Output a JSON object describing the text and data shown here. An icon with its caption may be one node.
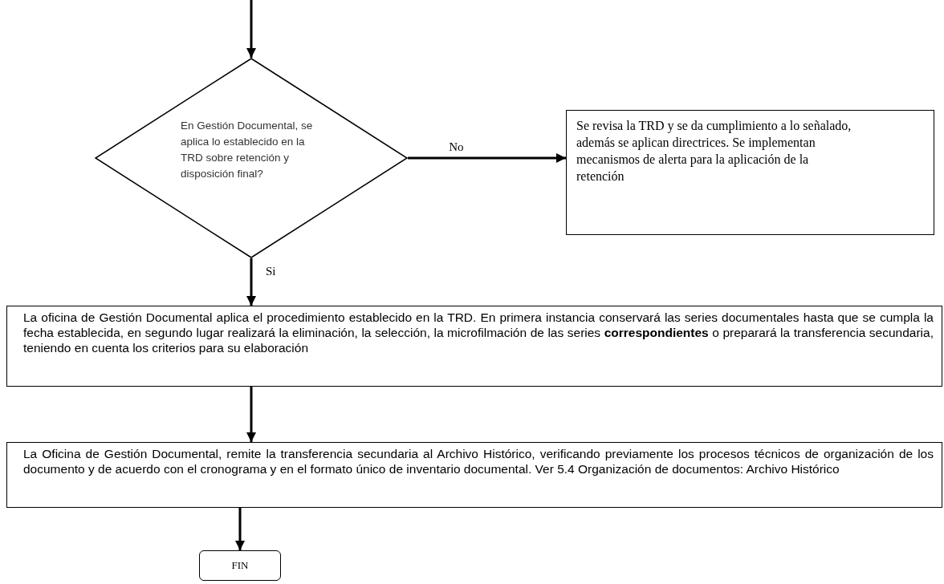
{
  "diagram": {
    "nodes": [
      {
        "text": [
          "En Gestión Documental, se aplica lo establecido en la TRD sobre retención y disposición final?"
        ]
      },
      {
        "text": [
          "Se revisa la TRD y se da cumplimiento a lo señalado, además se aplican directrices. Se implementan mecanismos de alerta para la aplicación de la retención"
        ]
      },
      {
        "text": [
          "La oficina de Gestión Documental aplica el procedimiento establecido en la TRD. En primera instancia conservará las series documentales hasta que se cumpla la fecha establecida, en segundo lugar realizará la eliminación, la selección, la microfilmación de las series **correspondientes** o preparará la transferencia secundaria, teniendo en cuenta los criterios para su elaboración"
        ]
      },
      {
        "text": [
          "La Oficina de Gestión Documental, remite la transferencia secundaria al Archivo Histórico, verificando previamente los procesos técnicos de organización de los documento y de acuerdo con el cronograma y en el formato único de inventario documental. Ver 5.4 Organización de documentos: Archivo Histórico"
        ]
      },
      {
        "text": [
          "FIN"
        ]
      }
    ],
    "edges": [
      {
        "from": null,
        "to": 0,
        "arrow": "to"
      },
      {
        "from": 0,
        "to": 1,
        "arrow": "to",
        "label": "No"
      },
      {
        "from": 0,
        "to": 2,
        "arrow": "to",
        "label": "Si"
      },
      {
        "from": 2,
        "to": 3,
        "arrow": "to"
      },
      {
        "from": 3,
        "to": 4,
        "arrow": "to"
      }
    ]
  }
}
